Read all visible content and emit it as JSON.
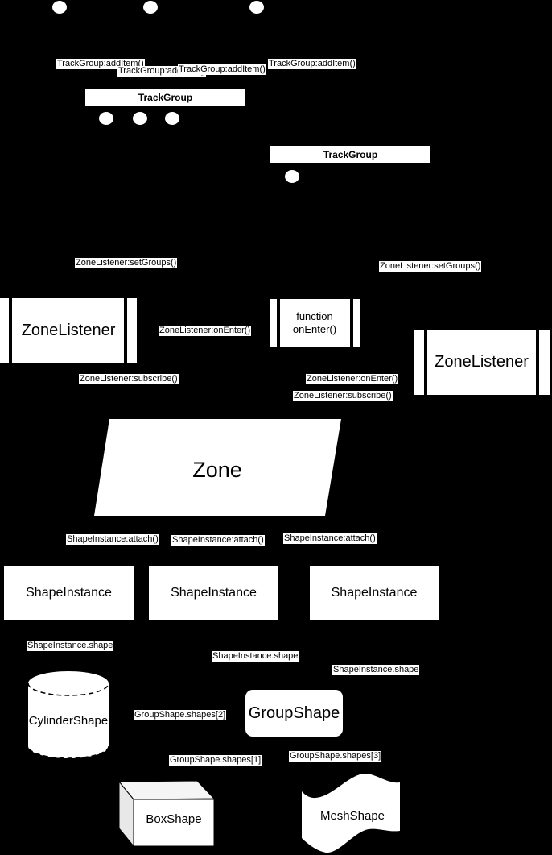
{
  "diagram": {
    "background": "#000000",
    "node_fill": "#ffffff",
    "text_color": "#000000",
    "cube_top_fill": "#f5f5f5",
    "cube_side_fill": "#e8e8e8"
  },
  "nodes": {
    "track_group_top": {
      "label": "TrackGroup"
    },
    "track_group_right": {
      "label": "TrackGroup"
    },
    "zone_listener_left": {
      "label": "ZoneListener"
    },
    "function_on_enter": {
      "line1": "function",
      "line2": "onEnter()"
    },
    "zone_listener_right": {
      "label": "ZoneListener"
    },
    "zone": {
      "label": "Zone"
    },
    "shape_instance_1": {
      "label": "ShapeInstance"
    },
    "shape_instance_2": {
      "label": "ShapeInstance"
    },
    "shape_instance_3": {
      "label": "ShapeInstance"
    },
    "cylinder_shape": {
      "label": "CylinderShape"
    },
    "group_shape": {
      "label": "GroupShape"
    },
    "box_shape": {
      "label": "BoxShape"
    },
    "mesh_shape": {
      "label": "MeshShape"
    }
  },
  "edge_labels": {
    "add_item_1": "TrackGroup:addItem()",
    "add_item_2": "TrackGroup:addItem()",
    "add_item_3": "TrackGroup:addItem()",
    "add_item_4": "TrackGroup:addItem()",
    "set_groups_left": "ZoneListener:setGroups()",
    "set_groups_right": "ZoneListener:setGroups()",
    "on_enter_left": "ZoneListener:onEnter()",
    "subscribe_left": "ZoneListener:subscribe()",
    "on_enter_right": "ZoneListener:onEnter()",
    "subscribe_right": "ZoneListener:subscribe()",
    "attach_1": "ShapeInstance:attach()",
    "attach_2": "ShapeInstance:attach()",
    "attach_3": "ShapeInstance:attach()",
    "shape_ref_1": "ShapeInstance.shape",
    "shape_ref_2": "ShapeInstance.shape",
    "shape_ref_3": "ShapeInstance.shape",
    "group_shapes_2": "GroupShape.shapes[2]",
    "group_shapes_1": "GroupShape.shapes[1]",
    "group_shapes_3": "GroupShape.shapes[3]"
  }
}
